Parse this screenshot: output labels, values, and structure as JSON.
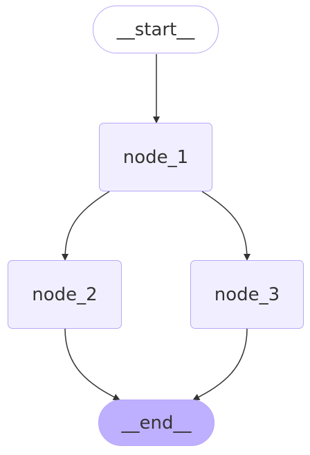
{
  "diagram": {
    "colors": {
      "node_fill": "#f1efff",
      "node_border": "#b9a6f7",
      "start_fill": "#ffffff",
      "end_fill": "#bfb0ff",
      "edge": "#333333",
      "text": "#333333"
    },
    "nodes": {
      "start": {
        "label": "__start__",
        "shape": "rounded-pill"
      },
      "node_1": {
        "label": "node_1",
        "shape": "rounded-rect"
      },
      "node_2": {
        "label": "node_2",
        "shape": "rounded-rect"
      },
      "node_3": {
        "label": "node_3",
        "shape": "rounded-rect"
      },
      "end": {
        "label": "__end__",
        "shape": "rounded-pill"
      }
    },
    "edges": [
      {
        "from": "__start__",
        "to": "node_1"
      },
      {
        "from": "node_1",
        "to": "node_2"
      },
      {
        "from": "node_1",
        "to": "node_3"
      },
      {
        "from": "node_2",
        "to": "__end__"
      },
      {
        "from": "node_3",
        "to": "__end__"
      }
    ]
  }
}
